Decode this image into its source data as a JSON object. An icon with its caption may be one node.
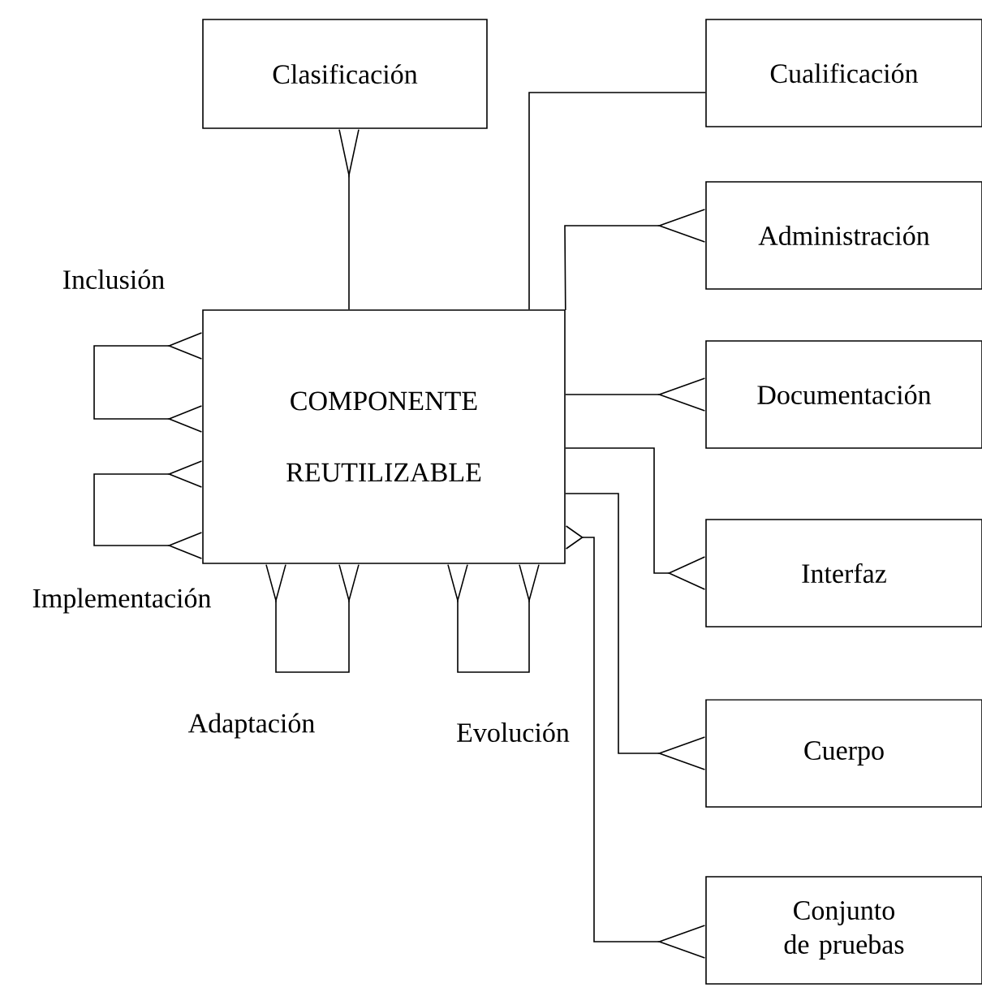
{
  "diagram": {
    "nodes": [
      {
        "text": [
          "Clasificación"
        ]
      },
      {
        "text": [
          "Cualificación"
        ]
      },
      {
        "text": [
          "COMPONENTE REUTILIZABLE"
        ]
      },
      {
        "text": [
          "Administración"
        ]
      },
      {
        "text": [
          "Documentación"
        ]
      },
      {
        "text": [
          "Interfaz"
        ]
      },
      {
        "text": [
          "Cuerpo"
        ]
      },
      {
        "text": [
          "Conjunto de pruebas"
        ]
      }
    ],
    "edges": [
      {
        "from": 2,
        "to": 0,
        "arrow": "other"
      },
      {
        "from": 2,
        "to": 1,
        "arrow": "none"
      },
      {
        "from": 2,
        "to": 3,
        "arrow": "other"
      },
      {
        "from": 2,
        "to": 4,
        "arrow": "other"
      },
      {
        "from": 2,
        "to": 5,
        "arrow": "other"
      },
      {
        "from": 2,
        "to": 6,
        "arrow": "other"
      },
      {
        "from": 2,
        "to": 7,
        "arrow": "other"
      },
      {
        "from": 2,
        "to": 2,
        "arrow": "other",
        "label": "Inclusión"
      },
      {
        "from": 2,
        "to": 2,
        "arrow": "other",
        "label": "Implementación"
      },
      {
        "from": 2,
        "to": 2,
        "arrow": "other",
        "label": "Adaptación"
      },
      {
        "from": 2,
        "to": 2,
        "arrow": "other",
        "label": "Evolución"
      }
    ]
  }
}
